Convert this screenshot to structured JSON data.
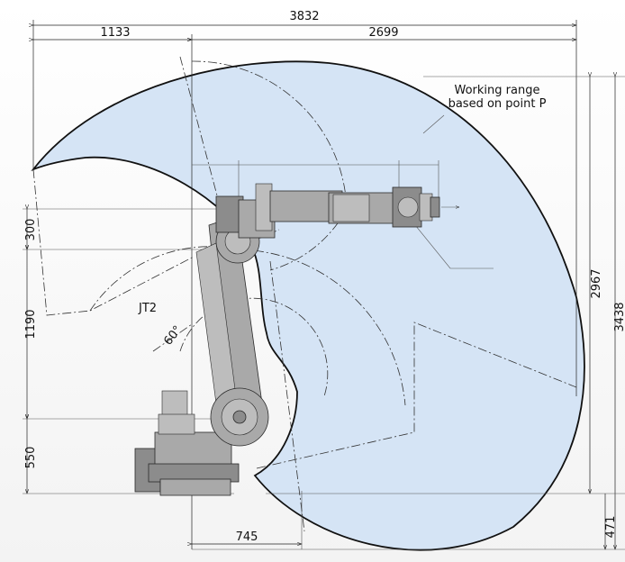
{
  "dimensions": {
    "overall_width": "3832",
    "rear_width": "1133",
    "front_width": "2699",
    "arm_upper": "300",
    "arm_middle": "1190",
    "base_height": "550",
    "range_height": "2967",
    "total_height": "3438",
    "below_base": "471",
    "base_offset": "745"
  },
  "joint": {
    "label": "JT2",
    "angle": "60°"
  },
  "callout": {
    "line1": "Working range",
    "line2": "based on point P"
  },
  "colors": {
    "range_fill": "#d5e4f5",
    "range_stroke": "#111111",
    "robot": "#a9a9a9"
  }
}
